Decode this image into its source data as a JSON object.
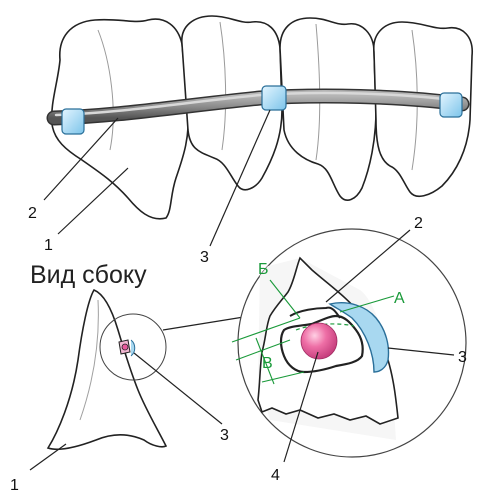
{
  "diagram": {
    "side_view_title": "Вид сбоку",
    "top_labels": {
      "l1": "1",
      "l2": "2",
      "l3": "3"
    },
    "side_labels": {
      "l1": "1",
      "l3": "3"
    },
    "detail_labels": {
      "l2": "2",
      "l3": "3",
      "l4": "4",
      "A": "А",
      "B": "Б",
      "V": "В"
    },
    "colors": {
      "outline": "#222222",
      "tooth_shade": "#c8c8c8",
      "archwire": "#8a8a8a",
      "bracket": "#a8d8f0",
      "ligature": "#e85a9c",
      "dimension": "#1a9a3a"
    }
  }
}
